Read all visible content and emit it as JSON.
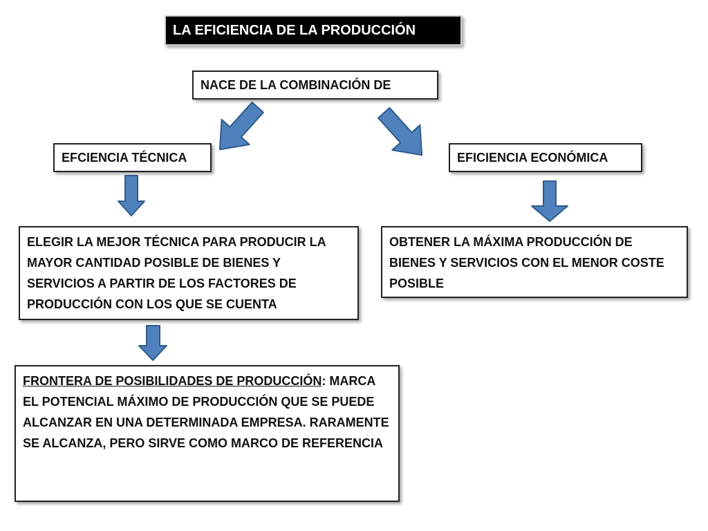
{
  "diagram": {
    "title": "LA EFICIENCIA DE LA PRODUCCIÓN",
    "root": "NACE DE LA COMBINACIÓN DE",
    "left_branch": {
      "label": "EFCIENCIA TÉCNICA",
      "description": "ELEGIR LA MEJOR TÉCNICA PARA PRODUCIR LA MAYOR CANTIDAD POSIBLE DE BIENES Y SERVICIOS A PARTIR DE LOS FACTORES DE PRODUCCIÓN CON LOS QUE SE CUENTA"
    },
    "right_branch": {
      "label": "EFICIENCIA ECONÓMICA",
      "description": "OBTENER LA MÁXIMA PRODUCCIÓN DE BIENES Y SERVICIOS CON EL MENOR COSTE POSIBLE"
    },
    "frontier": {
      "heading": "FRONTERA DE POSIBILIDADES DE PRODUCCIÓN",
      "separator": ":",
      "body": "MARCA  EL POTENCIAL MÁXIMO DE PRODUCCIÓN QUE SE PUEDE ALCANZAR EN UNA DETERMINADA EMPRESA. RARAMENTE SE ALCANZA, PERO SIRVE COMO MARCO DE REFERENCIA"
    },
    "arrow_color": "#4f81bd"
  }
}
